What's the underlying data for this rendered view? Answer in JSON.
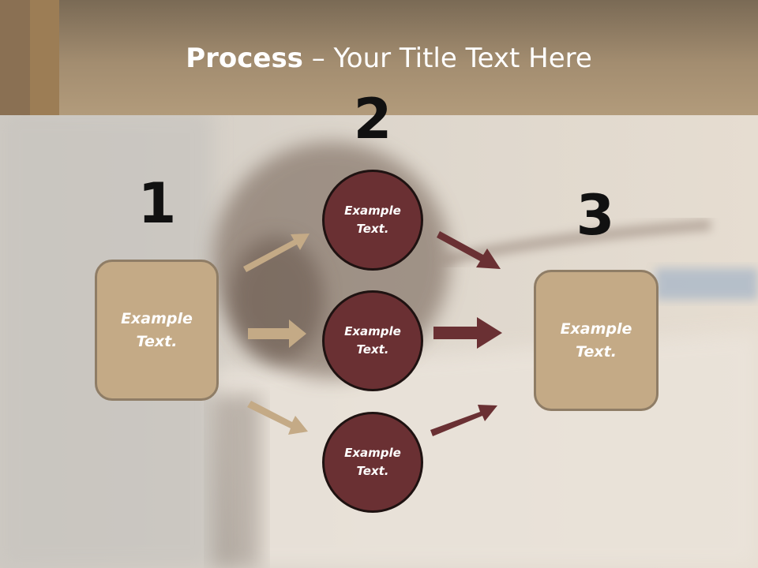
{
  "title": {
    "bold": "Process",
    "rest": " – Your Title Text Here"
  },
  "steps": [
    {
      "number": "1",
      "box_text": "Example\nText."
    },
    {
      "number": "2",
      "circles": [
        "Example\nText.",
        "Example\nText.",
        "Example\nText."
      ]
    },
    {
      "number": "3",
      "box_text": "Example\nText."
    }
  ],
  "colors": {
    "header": "#a38d70",
    "box_fill": "#c4aa86",
    "circle_fill": "#6a3033",
    "tan_arrow": "#c4aa86",
    "maroon_arrow": "#6a3033"
  }
}
